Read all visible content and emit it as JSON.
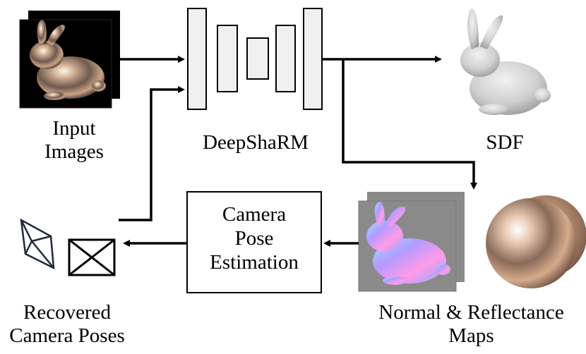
{
  "labels": {
    "input_line1": "Input",
    "input_line2": "Images",
    "network": "DeepShaRM",
    "sdf": "SDF",
    "pose_box_line1": "Camera",
    "pose_box_line2": "Pose",
    "pose_box_line3": "Estimation",
    "recovered_line1": "Recovered",
    "recovered_line2": "Camera Poses",
    "maps_line1": "Normal & Reflectance",
    "maps_line2": "Maps"
  }
}
